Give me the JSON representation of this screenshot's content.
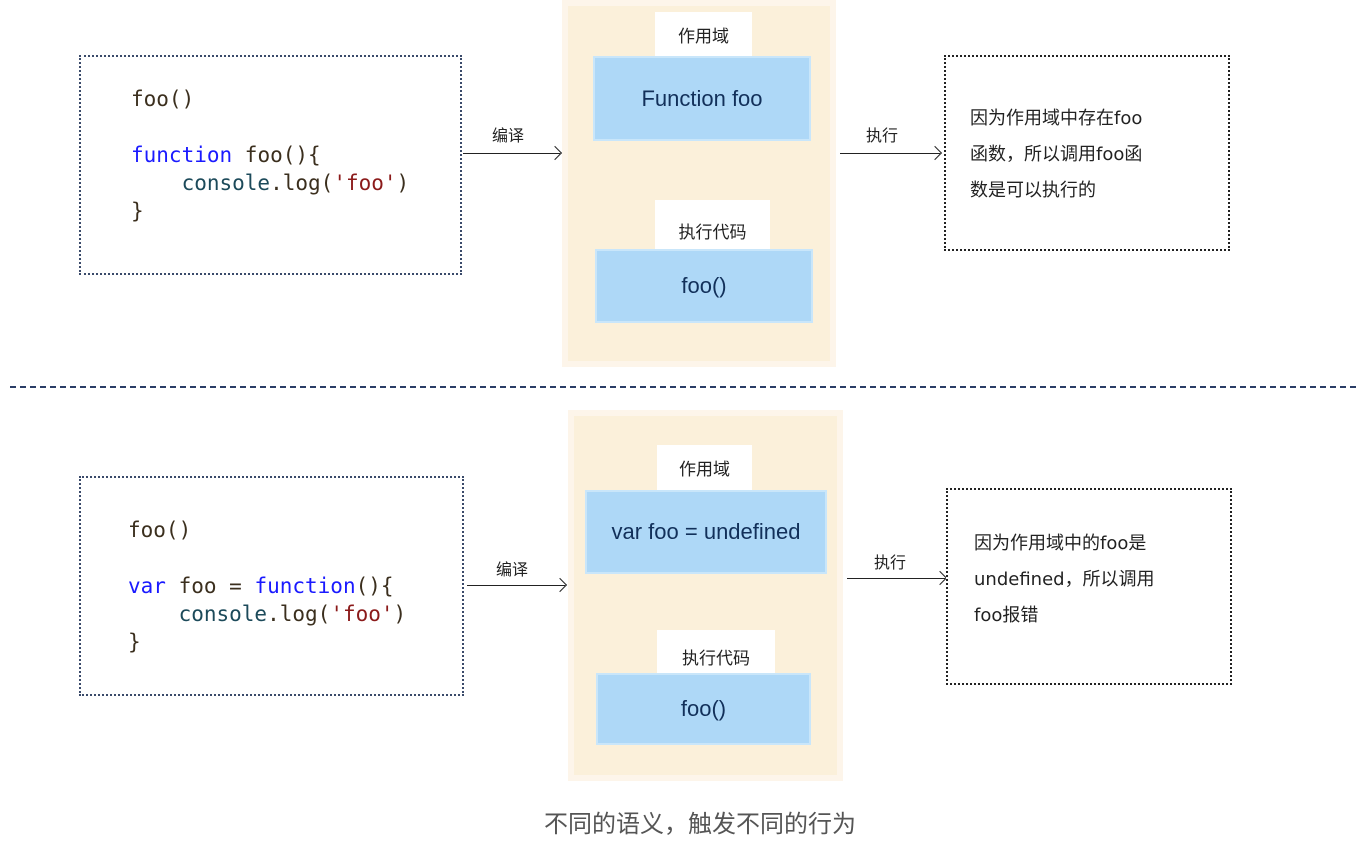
{
  "top": {
    "code": {
      "line1": "foo()",
      "kw1": "function",
      "rest2": " foo(){",
      "cn": "console",
      "log": ".log(",
      "str": "'foo'",
      "close": ")",
      "brace": "}"
    },
    "compile_label": "编译",
    "scope_label": "作用域",
    "scope_value": "Function foo",
    "exec_code_label": "执行代码",
    "exec_code_value": "foo()",
    "execute_label": "执行",
    "result_lines": [
      "因为作用域中存在foo",
      "函数，所以调用foo函",
      "数是可以执行的"
    ]
  },
  "bottom": {
    "code": {
      "line1": "foo()",
      "kw1": "var",
      "mid": " foo = ",
      "kw2": "function",
      "rest2": "(){",
      "cn": "console",
      "log": ".log(",
      "str": "'foo'",
      "close": ")",
      "brace": "}"
    },
    "compile_label": "编译",
    "scope_label": "作用域",
    "scope_value": "var foo = undefined",
    "exec_code_label": "执行代码",
    "exec_code_value": "foo()",
    "execute_label": "执行",
    "result_lines": [
      "因为作用域中的foo是",
      "undefined，所以调用",
      "foo报错"
    ]
  },
  "caption": "不同的语义，触发不同的行为",
  "colors": {
    "panel": "#fbf0da",
    "block": "#aed8f7",
    "keyword": "#1a1aff",
    "string": "#8b1a1a"
  }
}
